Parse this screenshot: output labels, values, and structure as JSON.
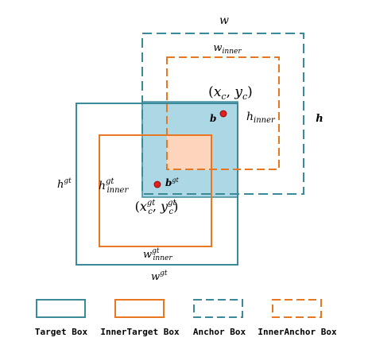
{
  "colors": {
    "target": "#3a8a9a",
    "inner": "#e87722",
    "overlap_fill": "#acd8e6",
    "inner_overlap_fill": "#fcd5bc",
    "point": "#e02020"
  },
  "labels": {
    "w": "w",
    "w_inner": "winner",
    "center": "(xc, yc)",
    "b": "b",
    "h_inner": "hinner",
    "h": "h",
    "h_gt": "hgt",
    "h_inner_gt": "hgtinner",
    "b_gt": "bgt",
    "center_gt": "(xgtc, ygtc)",
    "w_inner_gt": "wgtinner",
    "w_gt": "wgt"
  },
  "legend": [
    {
      "id": "target-box",
      "label": "Target Box",
      "style": "solid",
      "color": "#3a8a9a"
    },
    {
      "id": "inner-target-box",
      "label": "InnerTarget Box",
      "style": "solid",
      "color": "#e87722"
    },
    {
      "id": "anchor-box",
      "label": "Anchor Box",
      "style": "dashed",
      "color": "#3a8a9a"
    },
    {
      "id": "inner-anchor-box",
      "label": "InnerAnchor Box",
      "style": "dashed",
      "color": "#e87722"
    }
  ]
}
